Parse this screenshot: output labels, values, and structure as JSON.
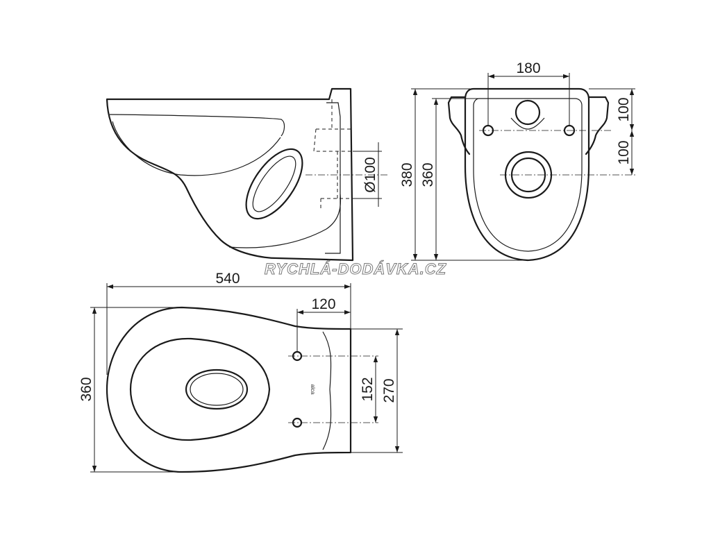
{
  "title": "",
  "watermark": "RYCHLÁ-DODÁVKA.CZ",
  "colors": {
    "line": "#1a1a1a",
    "watermark_fill": "#ffffff",
    "watermark_stroke": "#7a7a7a",
    "background": "#ffffff"
  },
  "side_view": {
    "outlet_diameter": "Ø100"
  },
  "front_view": {
    "bolt_spacing": "180",
    "overall_height": "380",
    "inner_height": "360",
    "top_to_bolts": "100",
    "bolts_to_outlet": "100"
  },
  "top_view": {
    "overall_length": "540",
    "overall_width": "360",
    "bolt_offset": "120",
    "bolt_spacing": "152",
    "mounting_width": "270",
    "brand_mark": "alca"
  }
}
